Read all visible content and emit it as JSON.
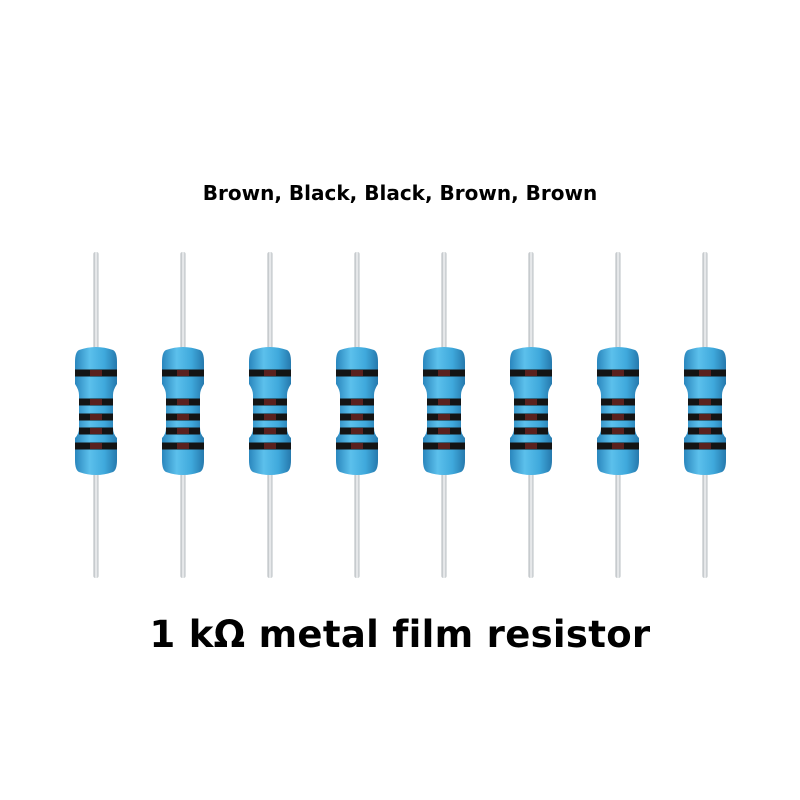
{
  "band_caption": "Brown, Black, Black, Brown, Brown",
  "title": "1 kΩ metal film resistor",
  "resistor_count": 8,
  "colors": {
    "body": "#3fa9dc",
    "body_shade": "#2a86bd",
    "band_black": "#141414",
    "band_brown": "#6b2420",
    "lead": "#c9cdd0"
  }
}
